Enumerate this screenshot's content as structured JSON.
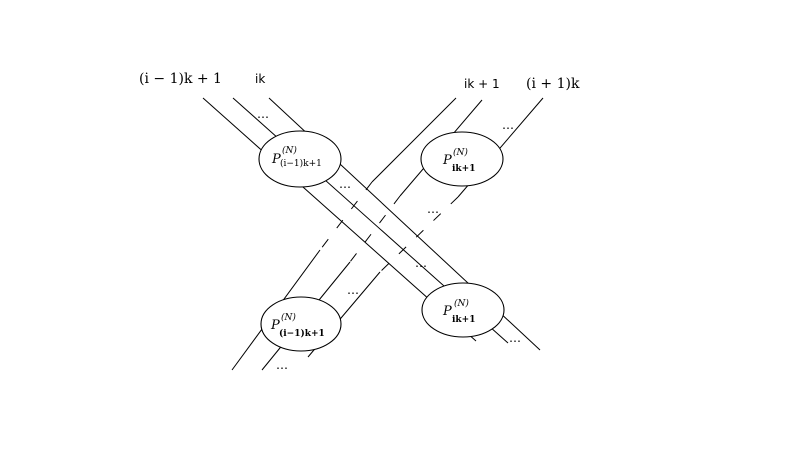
{
  "top_labels": {
    "left_outer": "(i − 1)k + 1",
    "left_inner": "ik",
    "right_inner": "ik + 1",
    "right_outer": "(i + 1)k"
  },
  "nodes": {
    "top_left": {
      "symbol": "P",
      "superscript": "(N)",
      "subscript": "(i−1)k+1"
    },
    "top_right": {
      "symbol": "P",
      "superscript": "(N)",
      "subscript": "ik+1"
    },
    "bottom_left": {
      "symbol": "P",
      "superscript": "(N)",
      "subscript": "(i−1)k+1"
    },
    "bottom_right": {
      "symbol": "P",
      "superscript": "(N)",
      "subscript": "ik+1"
    }
  },
  "ellipsis": "…"
}
